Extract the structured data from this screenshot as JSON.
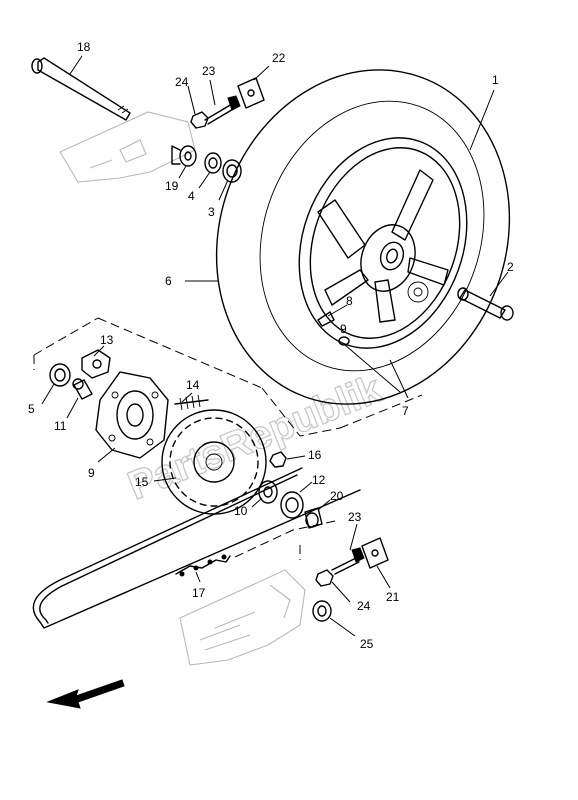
{
  "watermark": "PartsRepublik",
  "callouts": {
    "c1": "1",
    "c2": "2",
    "c3": "3",
    "c4": "4",
    "c5": "5",
    "c6": "6",
    "c7": "7",
    "c8": "8",
    "c9": "9",
    "c10": "10",
    "c11": "11",
    "c12": "12",
    "c13": "13",
    "c14": "14",
    "c15": "15",
    "c16": "16",
    "c17": "17",
    "c18": "18",
    "c19": "19",
    "c20": "20",
    "c21": "21",
    "c22": "22",
    "c23a": "23",
    "c24a": "24",
    "c23b": "23",
    "c24b": "24",
    "c25": "25",
    "c9b": "9"
  }
}
